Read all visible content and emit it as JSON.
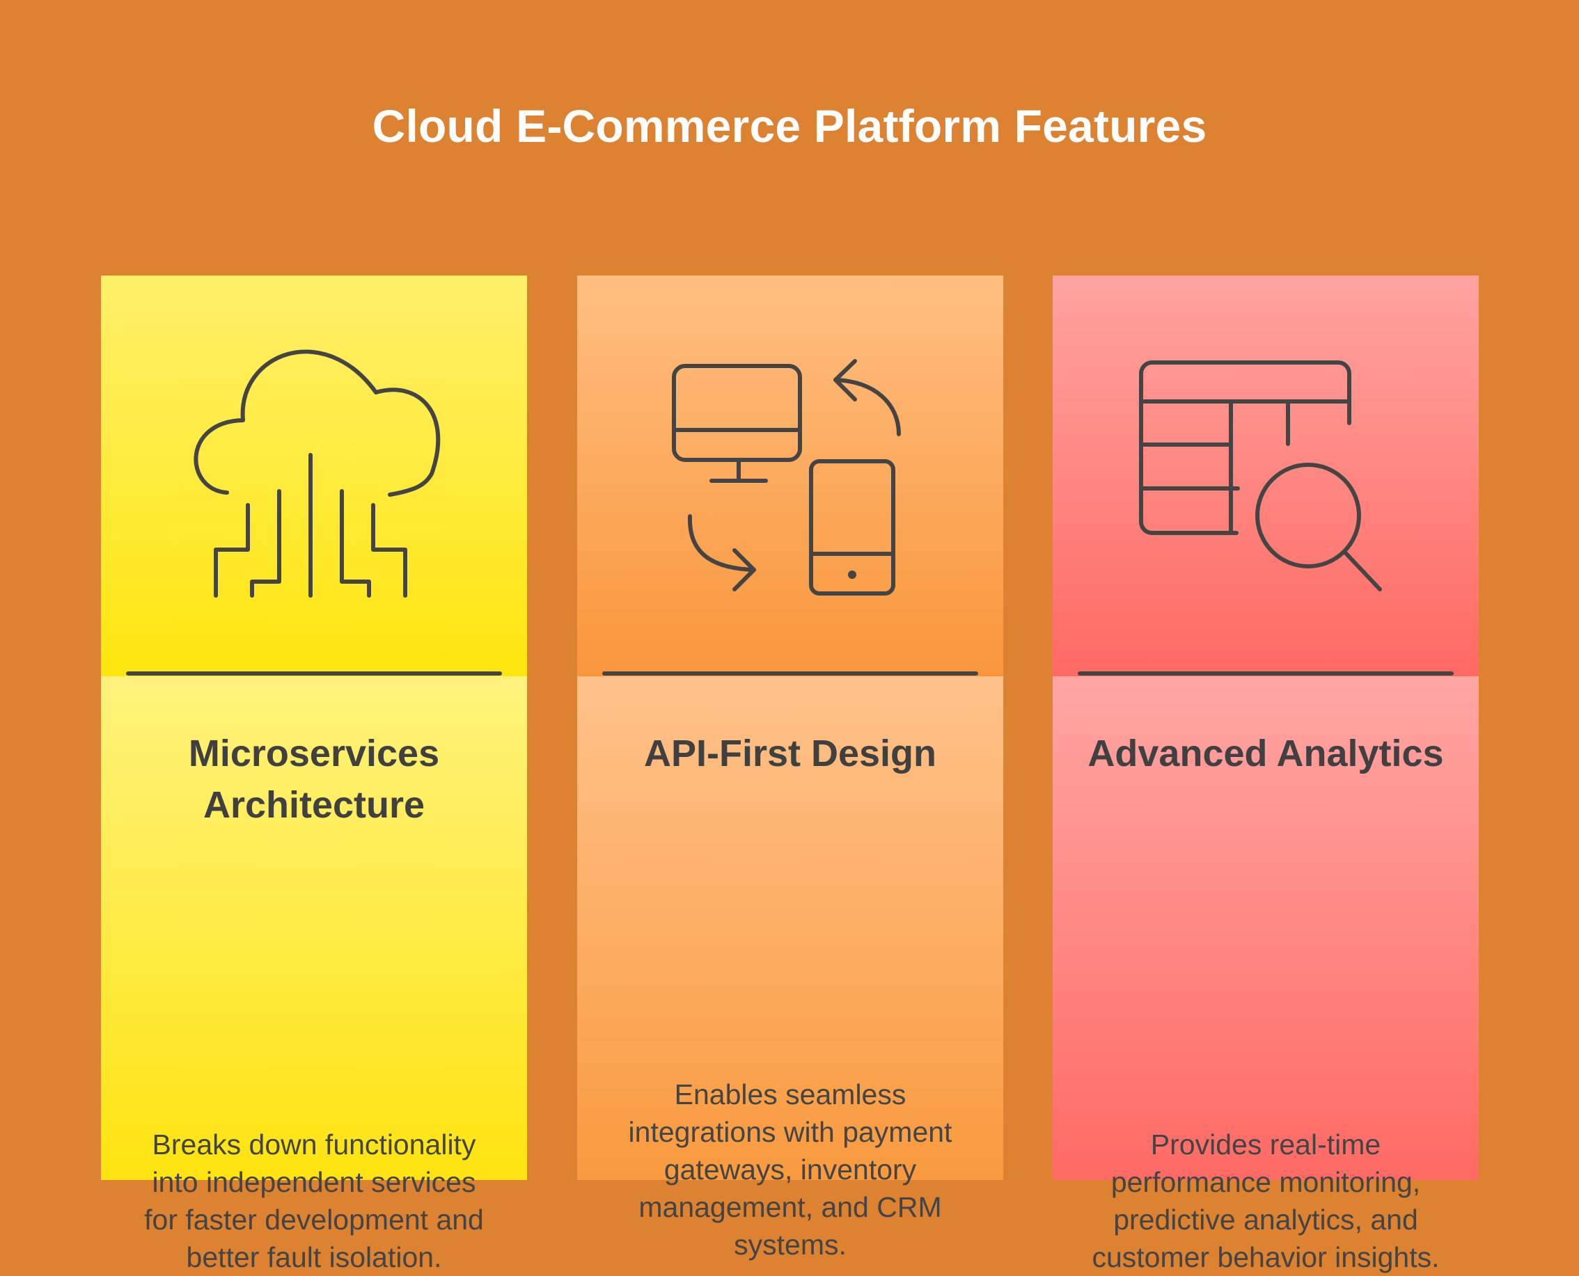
{
  "title": "Cloud E-Commerce Platform Features",
  "colors": {
    "background": "#DC8230",
    "card_1": "#FFE60E",
    "card_2": "#F9963A",
    "card_3": "#FF6A63",
    "ink": "#444444"
  },
  "cards": [
    {
      "icon": "cloud-circuit-icon",
      "heading": "Microservices Architecture",
      "description": "Breaks down functionality into independent services for faster development and better fault isolation."
    },
    {
      "icon": "device-sync-icon",
      "heading": "API-First Design",
      "description": "Enables seamless integrations with payment gateways, inventory management, and CRM systems."
    },
    {
      "icon": "table-search-icon",
      "heading": "Advanced Analytics",
      "description": "Provides real-time performance monitoring, predictive analytics, and customer behavior insights."
    }
  ]
}
